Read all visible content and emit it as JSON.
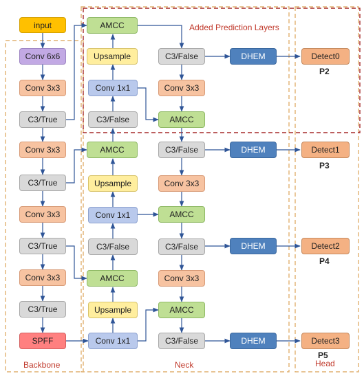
{
  "colors": {
    "input": "#ffc000",
    "conv6x6": "#c2a9e4",
    "conv3x3": "#f7c3a1",
    "c3": "#d9d9d9",
    "amcc": "#bfdf94",
    "upsample": "#ffee9e",
    "conv1x1": "#b9c9ec",
    "dhem": "#4f81bd",
    "detect": "#f4b183",
    "spff": "#ff8080",
    "region_dash": "#e0b070",
    "added_box": "#a52a2a",
    "arrow": "#2f5597"
  },
  "nodes": {
    "input": "input",
    "b_conv6x6": "Conv 6x6",
    "b_conv3x3_1": "Conv 3x3",
    "b_c3_1": "C3/True",
    "b_conv3x3_2": "Conv 3x3",
    "b_c3_2": "C3/True",
    "b_conv3x3_3": "Conv 3x3",
    "b_c3_3": "C3/True",
    "b_conv3x3_4": "Conv 3x3",
    "b_c3_4": "C3/True",
    "b_spff": "SPFF",
    "n_amcc_top": "AMCC",
    "n_upsample_1": "Upsample",
    "n_conv1x1_1": "Conv 1x1",
    "n_c3false_1": "C3/False",
    "n_amcc_2": "AMCC",
    "n_upsample_2": "Upsample",
    "n_conv1x1_2": "Conv 1x1",
    "n_c3false_2": "C3/False",
    "n_amcc_3": "AMCC",
    "n_upsample_3": "Upsample",
    "n_conv1x1_3": "Conv 1x1",
    "m_c3false_p2": "C3/False",
    "m_conv3x3_1": "Conv 3x3",
    "m_amcc_1": "AMCC",
    "m_c3false_p3": "C3/False",
    "m_conv3x3_2": "Conv 3x3",
    "m_amcc_2": "AMCC",
    "m_c3false_p4": "C3/False",
    "m_conv3x3_3": "Conv 3x3",
    "m_amcc_3": "AMCC",
    "m_c3false_p5": "C3/False",
    "dhem_1": "DHEM",
    "dhem_2": "DHEM",
    "dhem_3": "DHEM",
    "dhem_4": "DHEM",
    "detect0": "Detect0",
    "detect1": "Detect1",
    "detect2": "Detect2",
    "detect3": "Detect3"
  },
  "captions": {
    "p2": "P2",
    "p3": "P3",
    "p4": "P4",
    "p5": "P5"
  },
  "sections": {
    "added": "Added Prediction Layers",
    "backbone": "Backbone",
    "neck": "Neck",
    "head": "Head"
  }
}
